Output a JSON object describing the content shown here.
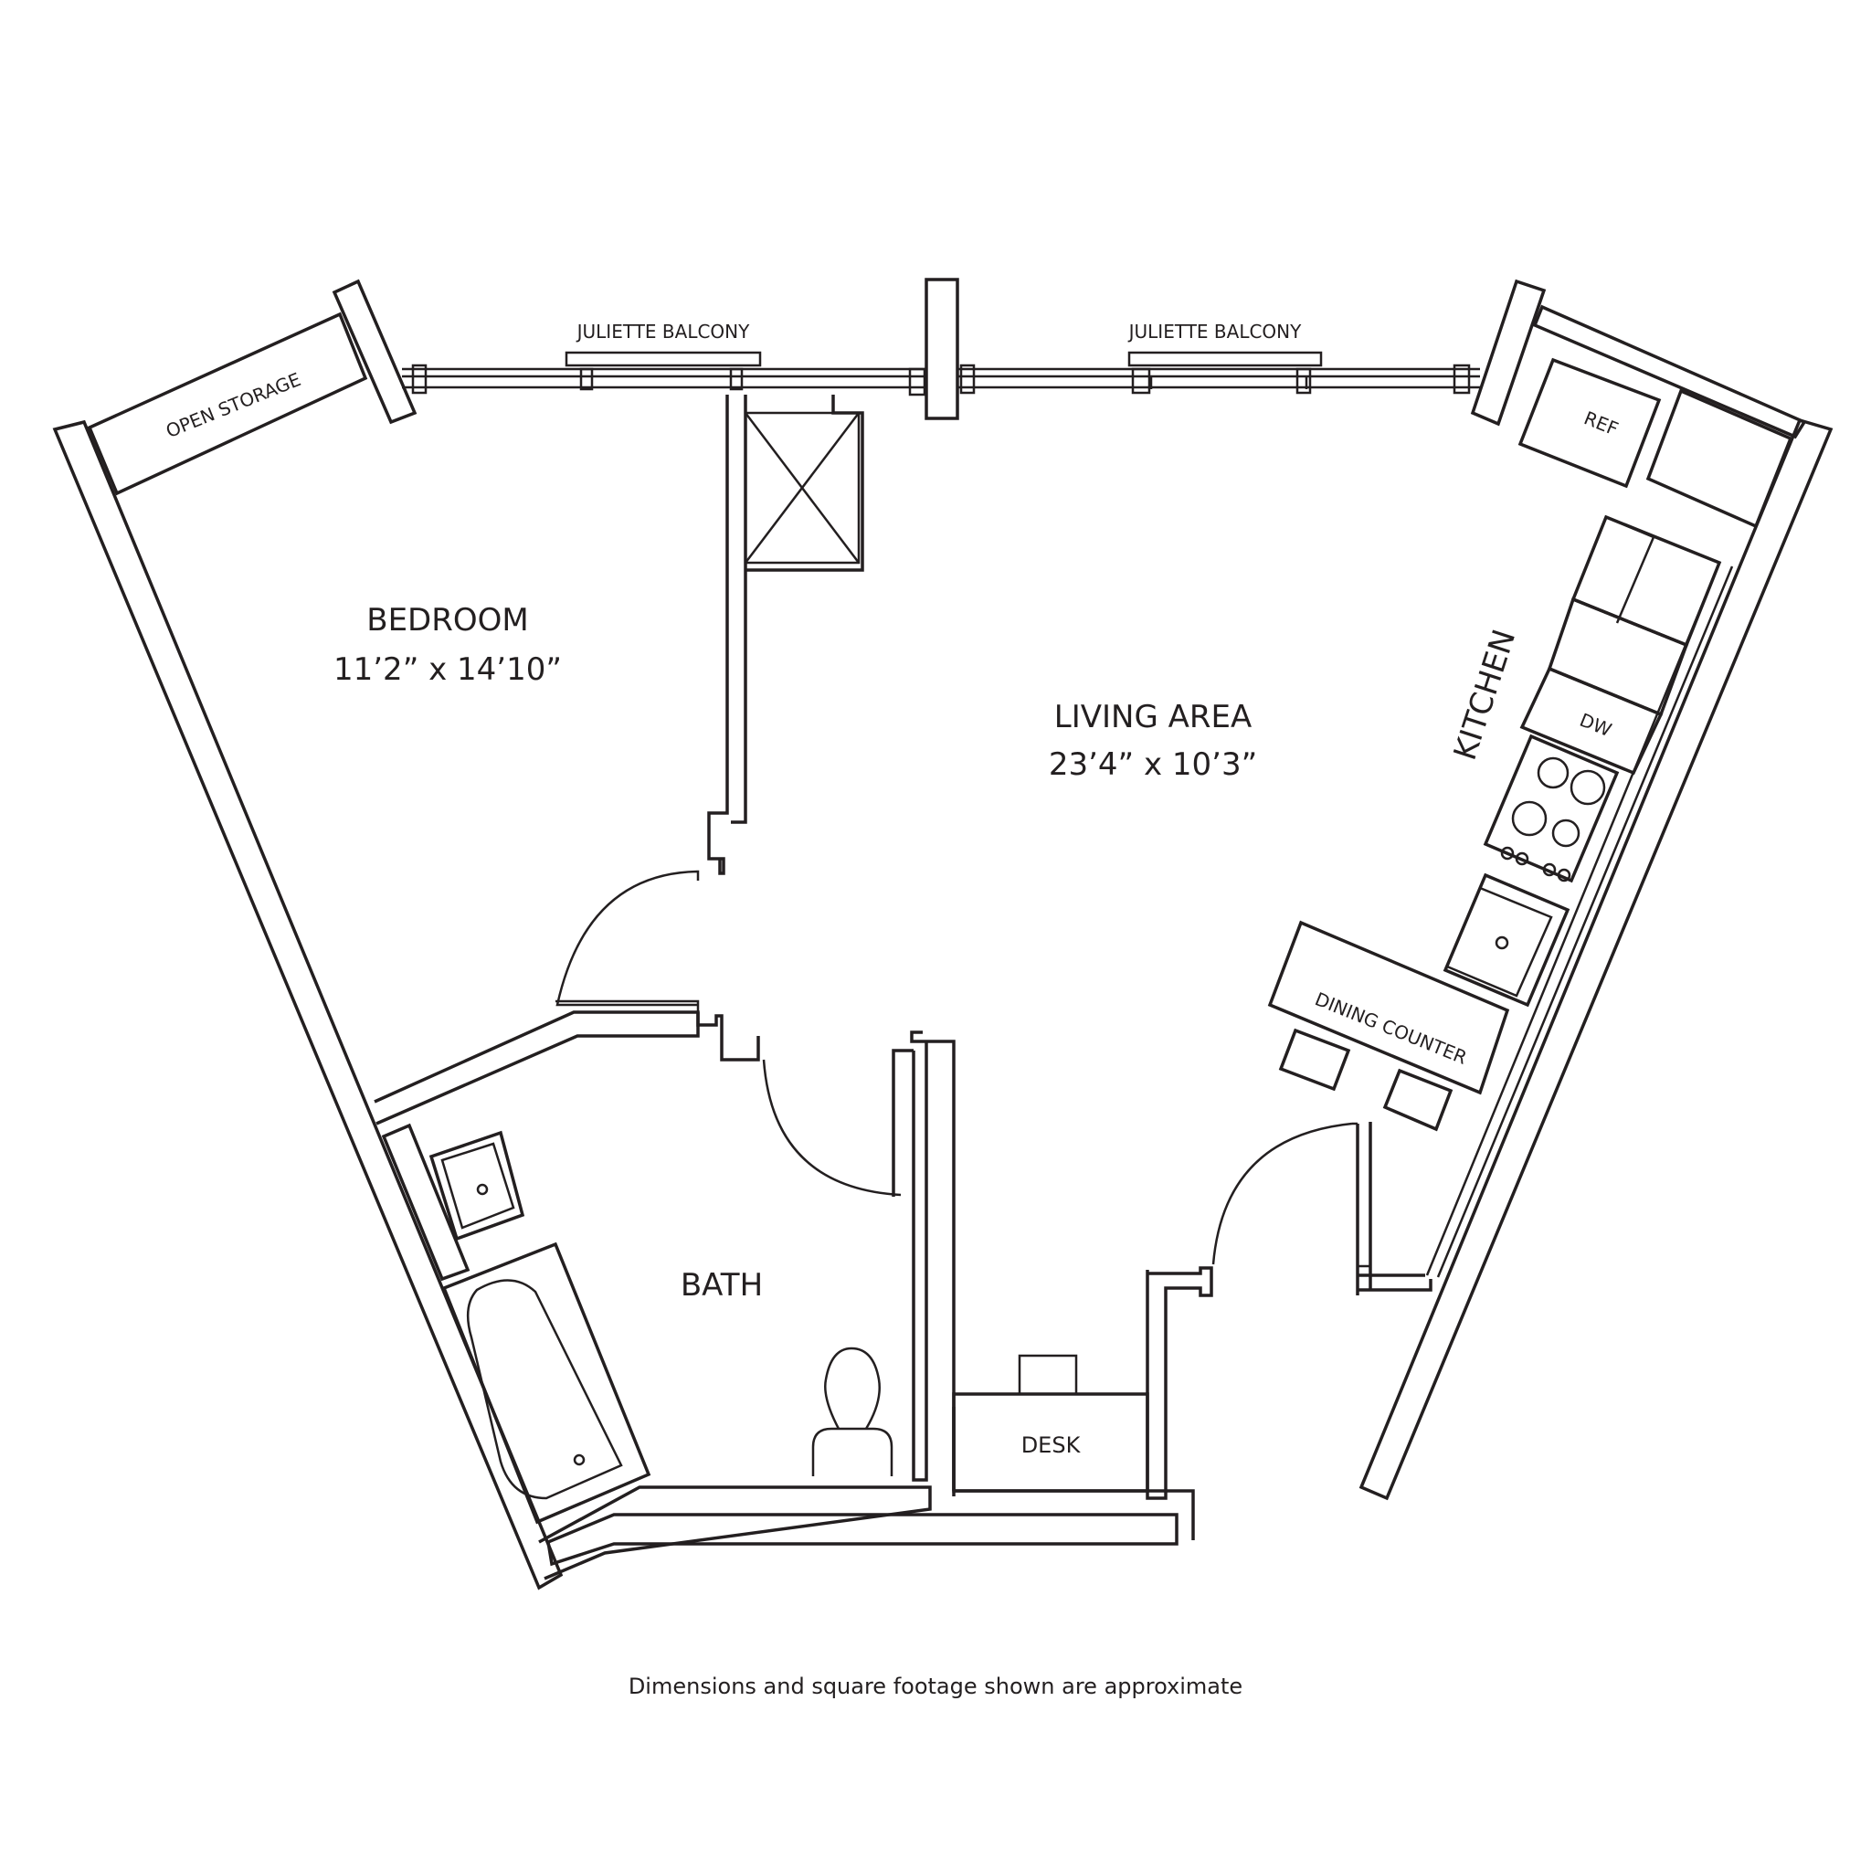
{
  "rooms": {
    "bedroom": {
      "name": "BEDROOM",
      "dims": "11’2” x 14’10”"
    },
    "living": {
      "name": "LIVING AREA",
      "dims": "23’4” x 10’3”"
    },
    "bath": {
      "name": "BATH"
    },
    "kitchen": {
      "name": "KITCHEN"
    }
  },
  "labels": {
    "open_storage": "OPEN STORAGE",
    "balcony_left": "JULIETTE BALCONY",
    "balcony_right": "JULIETTE BALCONY",
    "ref": "REF",
    "dw": "DW",
    "dining_counter": "DINING COUNTER",
    "desk": "DESK"
  },
  "footer": {
    "note": "Dimensions and square footage shown are approximate"
  },
  "colors": {
    "line": "#231f20",
    "background": "#ffffff"
  }
}
